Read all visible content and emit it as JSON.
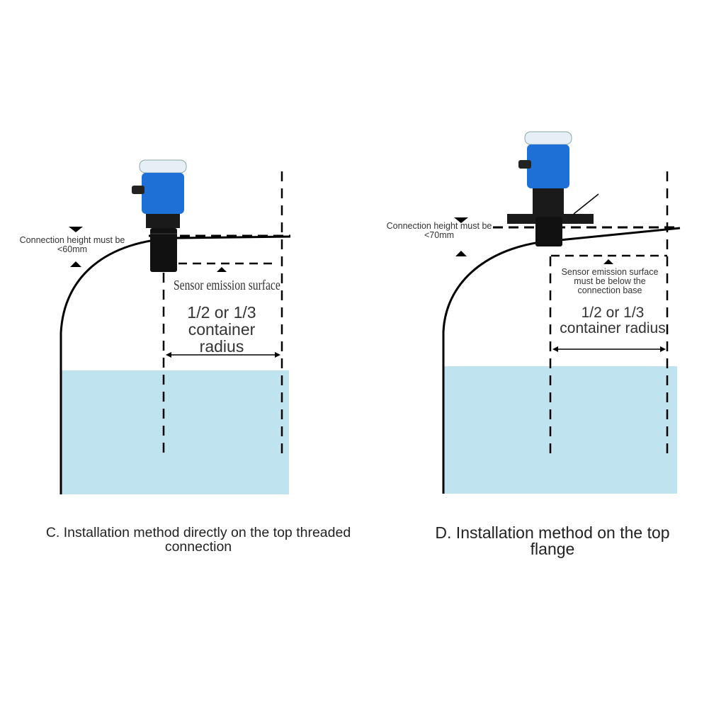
{
  "left_panel": {
    "connection_note": "Connection height must be <60mm",
    "emission_label": "Sensor emission surface",
    "radius_label": "1/2 or 1/3 container radius",
    "caption": "C. Installation method directly on the top threaded connection"
  },
  "right_panel": {
    "connection_note": "Connection height must be <70mm",
    "emission_label": "Sensor emission surface must be below the connection base",
    "radius_label": "1/2 or 1/3 container radius",
    "caption": "D. Installation method on the top flange"
  },
  "colors": {
    "water": "#bfe3ef",
    "sensor_blue": "#1e6fd6",
    "sensor_body": "#1a1a1a",
    "outline": "#000000"
  }
}
